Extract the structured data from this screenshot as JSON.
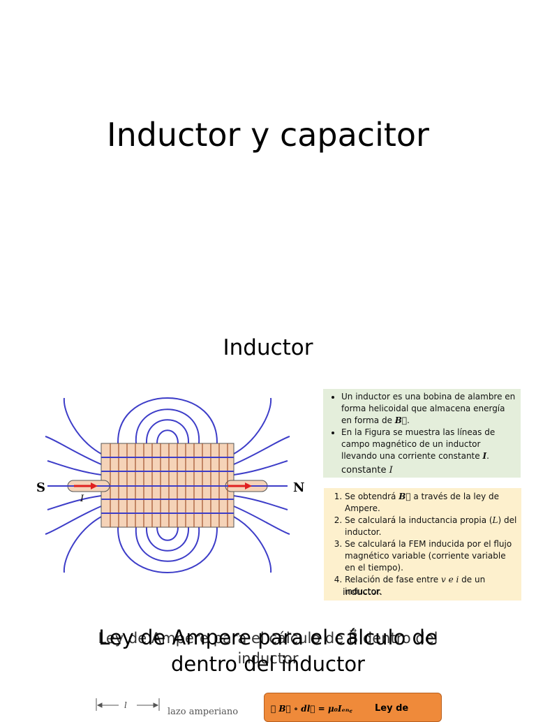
{
  "slide1": {
    "title": "Inductor y capacitor"
  },
  "slide2": {
    "title": "Inductor",
    "figure": {
      "label_south": "S",
      "label_north": "N",
      "label_current": "I"
    },
    "green_box": {
      "bullet1_text": "Un inductor es una bobina de alambre en forma helicoidal que almacena energía en forma de ",
      "bullet1_symbol": "B⃗",
      "bullet1_end": ".",
      "bullet2_text": "En la Figura se muestra las líneas de campo magnético de un inductor llevando una corriente constante ",
      "bullet2_symbol": "I",
      "bullet2_end": ".",
      "overflow_text": "constante ",
      "overflow_symbol": "I"
    },
    "yellow_box": {
      "item1_a": "Se obtendrá ",
      "item1_symbol": "B⃗",
      "item1_b": " a través de la ley de Ampere.",
      "item2_a": "Se calculará la inductancia propia (",
      "item2_symbol": "L",
      "item2_b": ") del inductor.",
      "item3": "Se calculará la FEM inducida por el flujo magnético variable (corriente variable en el tiempo).",
      "item4_a": "Relación de fase entre ",
      "item4_symbol": "v e i",
      "item4_b": " de un inductor.",
      "overflow_text": "inductor."
    }
  },
  "slide3": {
    "ghost_line1": "Ley de Ampere para el cálculo de B⃗ dentro del",
    "ghost_line2": "inductor",
    "title_line1": "Ley de Ampere para el cálculo de",
    "title_line2": "dentro del inductor",
    "diagram_length_label": "l",
    "amperian_label": "lazo amperiano",
    "law_formula": "∮ B⃗ ∘ dl⃗ = μ₀Iₑₙ꜀",
    "law_label": "Ley de"
  }
}
